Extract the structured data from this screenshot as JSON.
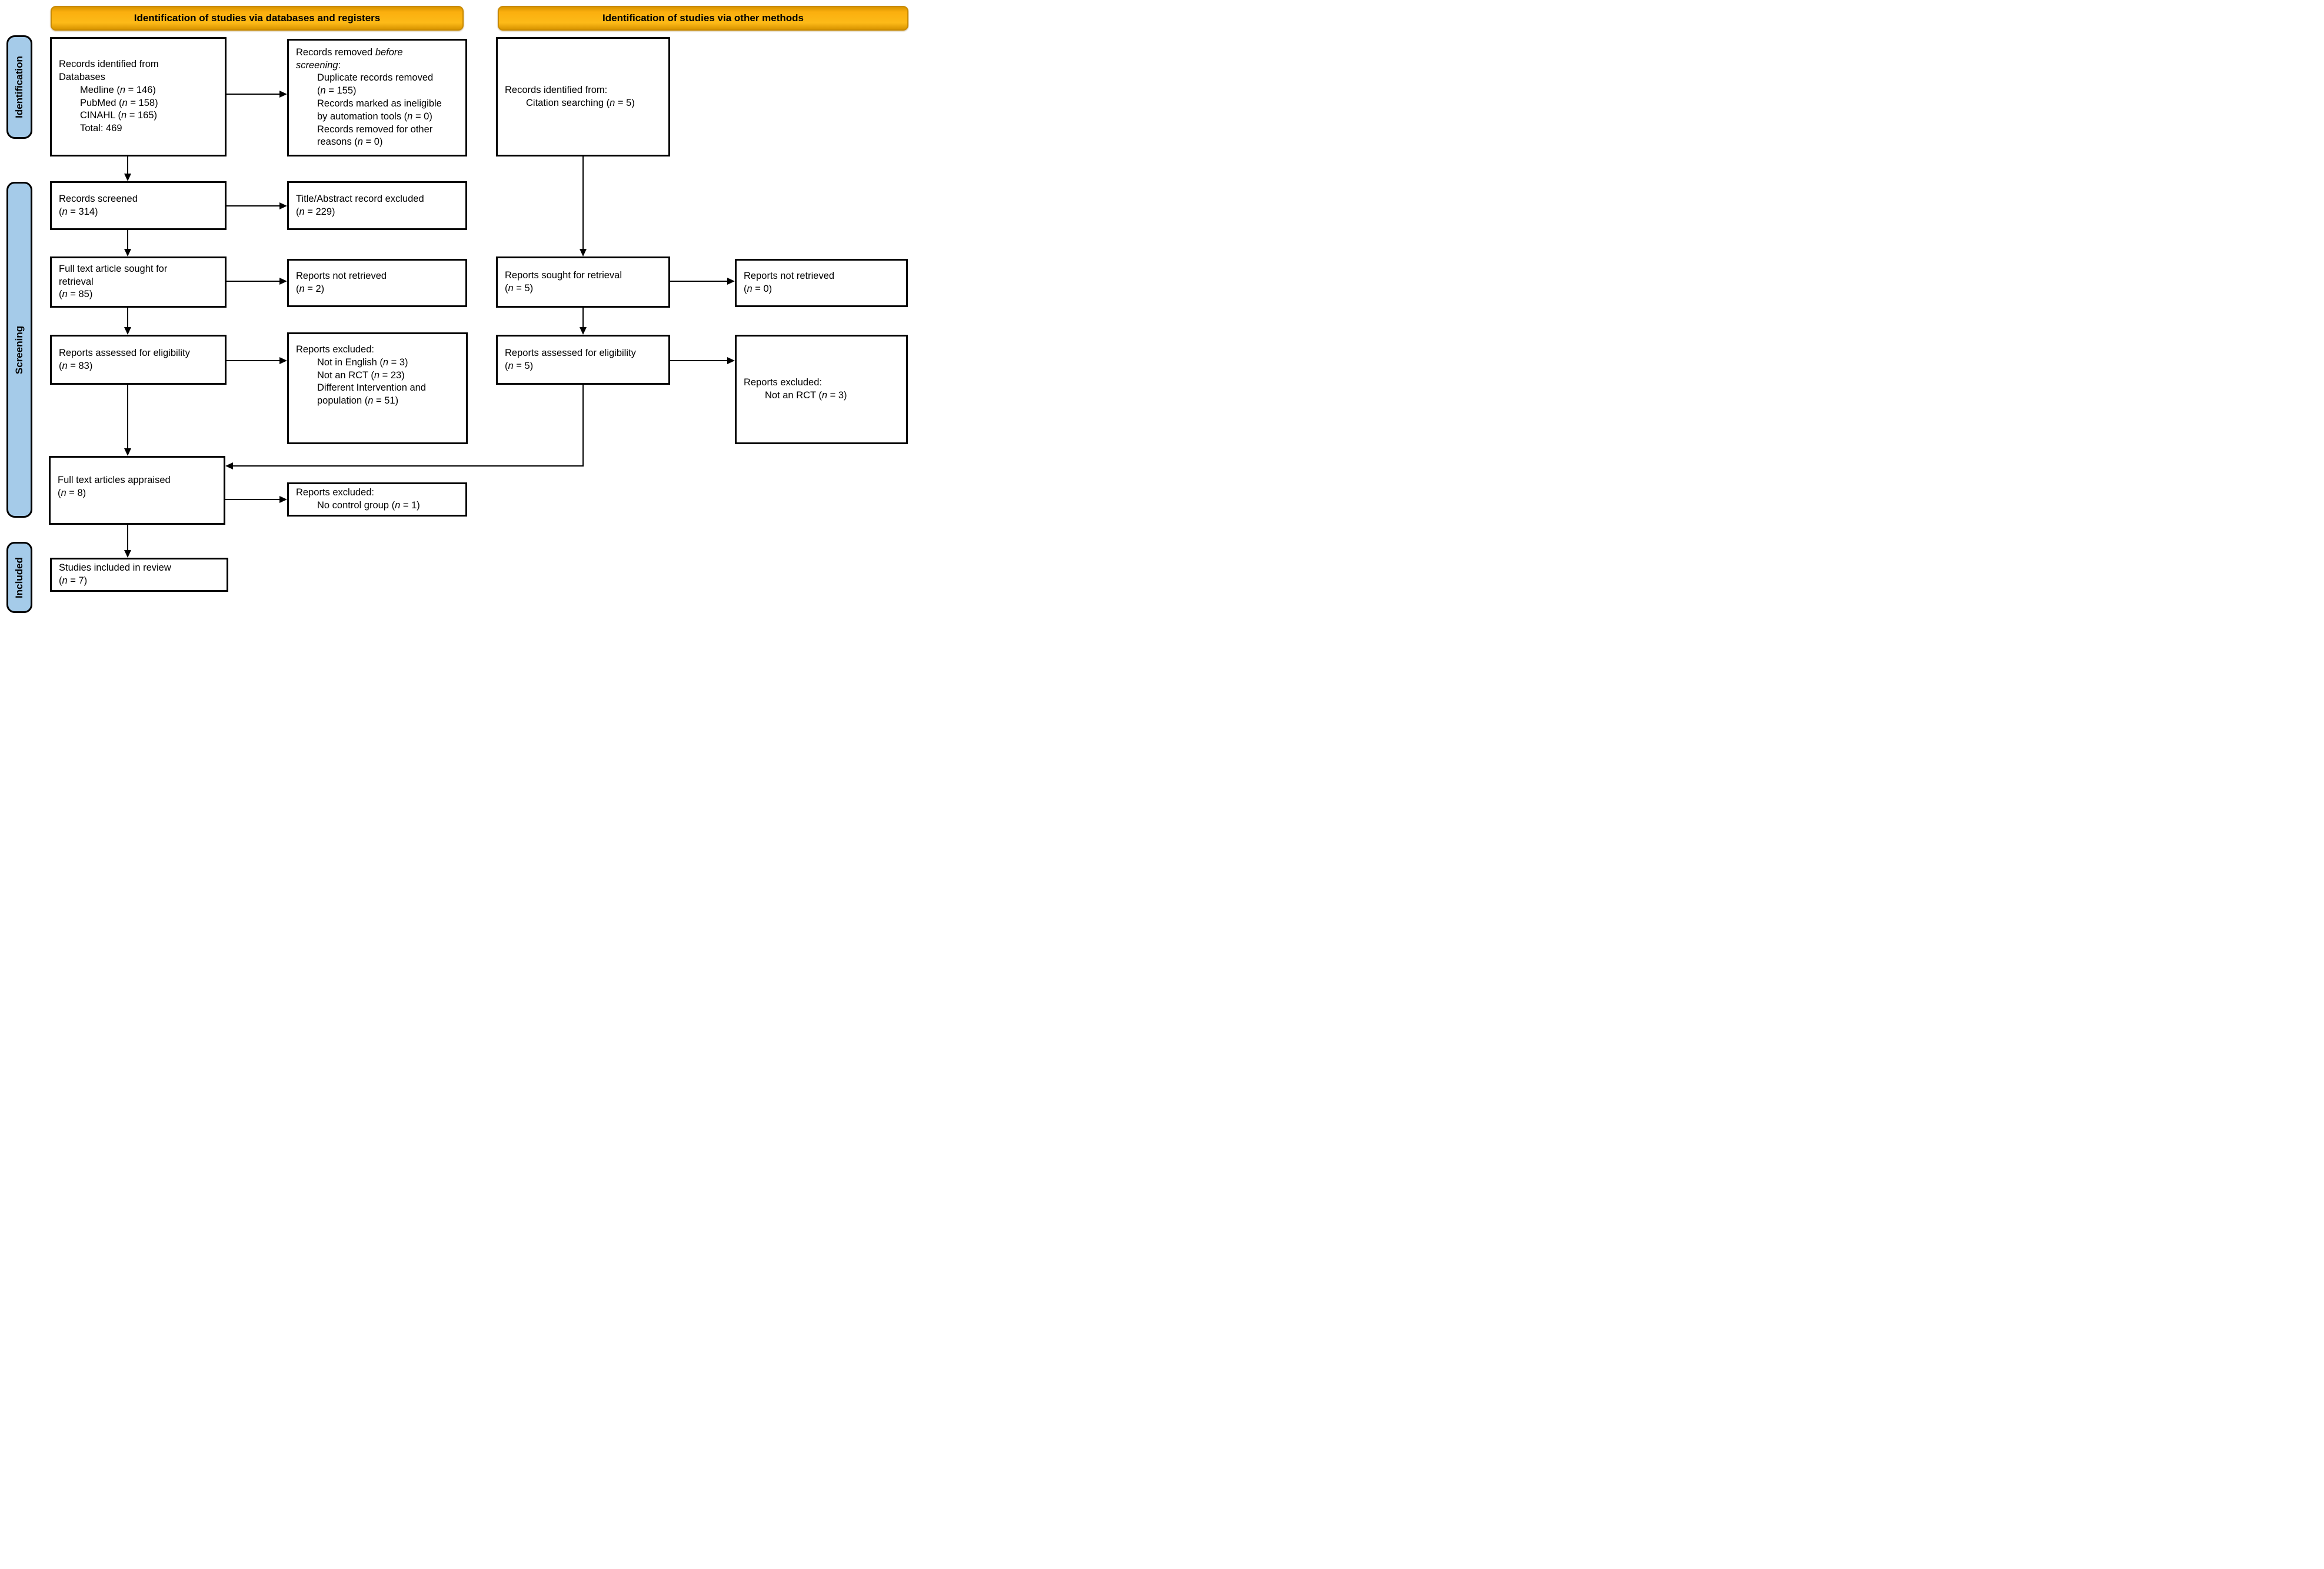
{
  "banners": [
    {
      "label": "Identification of studies via databases and registers"
    },
    {
      "label": "Identification of studies via other methods"
    }
  ],
  "side_labels": [
    {
      "label": "Identification"
    },
    {
      "label": "Screening"
    },
    {
      "label": "Included"
    }
  ],
  "colors": {
    "banner_fill": "#FBAF0E",
    "banner_border": "#C98A00",
    "stage_label_fill": "#A5CBE9",
    "box_border": "#000000",
    "arrow": "#000000"
  },
  "boxes": {
    "records_identified": {
      "lines": [
        {
          "indent": 0,
          "parts": [
            {
              "text": "Records identified from"
            }
          ]
        },
        {
          "indent": 0,
          "parts": [
            {
              "text": "Databases"
            }
          ]
        },
        {
          "indent": 1,
          "parts": [
            {
              "text": "Medline ("
            },
            {
              "text": "n",
              "italic": true
            },
            {
              "text": " = 146)"
            }
          ]
        },
        {
          "indent": 1,
          "parts": [
            {
              "text": "PubMed ("
            },
            {
              "text": "n",
              "italic": true
            },
            {
              "text": " = 158)"
            }
          ]
        },
        {
          "indent": 1,
          "parts": [
            {
              "text": "CINAHL ("
            },
            {
              "text": "n",
              "italic": true
            },
            {
              "text": " = 165)"
            }
          ]
        },
        {
          "indent": 1,
          "parts": [
            {
              "text": "Total: 469"
            }
          ]
        }
      ]
    },
    "records_removed": {
      "lines": [
        {
          "indent": 0,
          "parts": [
            {
              "text": "Records removed "
            },
            {
              "text": "before",
              "italic": true
            }
          ]
        },
        {
          "indent": 0,
          "parts": [
            {
              "text": "screening",
              "italic": true
            },
            {
              "text": ":"
            }
          ]
        },
        {
          "indent": 1,
          "parts": [
            {
              "text": "Duplicate records removed"
            }
          ]
        },
        {
          "indent": 1,
          "parts": [
            {
              "text": "("
            },
            {
              "text": "n",
              "italic": true
            },
            {
              "text": " = 155)"
            }
          ]
        },
        {
          "indent": 1,
          "parts": [
            {
              "text": "Records marked as ineligible"
            }
          ]
        },
        {
          "indent": 1,
          "parts": [
            {
              "text": "by automation tools ("
            },
            {
              "text": "n",
              "italic": true
            },
            {
              "text": " = 0)"
            }
          ]
        },
        {
          "indent": 1,
          "parts": [
            {
              "text": "Records removed for other"
            }
          ]
        },
        {
          "indent": 1,
          "parts": [
            {
              "text": "reasons ("
            },
            {
              "text": "n",
              "italic": true
            },
            {
              "text": " = 0)"
            }
          ]
        }
      ]
    },
    "records_screened": {
      "lines": [
        {
          "indent": 0,
          "parts": [
            {
              "text": "Records screened"
            }
          ]
        },
        {
          "indent": 0,
          "parts": [
            {
              "text": "("
            },
            {
              "text": "n",
              "italic": true
            },
            {
              "text": " = 314)"
            }
          ]
        }
      ]
    },
    "title_abstract_excluded": {
      "lines": [
        {
          "indent": 0,
          "parts": [
            {
              "text": "Title/Abstract record excluded"
            }
          ]
        },
        {
          "indent": 0,
          "parts": [
            {
              "text": "("
            },
            {
              "text": "n",
              "italic": true
            },
            {
              "text": " = 229)"
            }
          ]
        }
      ]
    },
    "fulltext_sought": {
      "lines": [
        {
          "indent": 0,
          "parts": [
            {
              "text": "Full text article sought for"
            }
          ]
        },
        {
          "indent": 0,
          "parts": [
            {
              "text": "retrieval"
            }
          ]
        },
        {
          "indent": 0,
          "parts": [
            {
              "text": "("
            },
            {
              "text": "n",
              "italic": true
            },
            {
              "text": " = 85)"
            }
          ]
        }
      ]
    },
    "reports_not_retrieved_db": {
      "lines": [
        {
          "indent": 0,
          "parts": [
            {
              "text": "Reports not retrieved"
            }
          ]
        },
        {
          "indent": 0,
          "parts": [
            {
              "text": "("
            },
            {
              "text": "n",
              "italic": true
            },
            {
              "text": " = 2)"
            }
          ]
        }
      ]
    },
    "reports_assessed_db": {
      "lines": [
        {
          "indent": 0,
          "parts": [
            {
              "text": "Reports assessed for eligibility"
            }
          ]
        },
        {
          "indent": 0,
          "parts": [
            {
              "text": "("
            },
            {
              "text": "n",
              "italic": true
            },
            {
              "text": " = 83)"
            }
          ]
        }
      ]
    },
    "reports_excluded_db": {
      "lines": [
        {
          "indent": 0,
          "parts": [
            {
              "text": "Reports excluded:"
            }
          ]
        },
        {
          "indent": 1,
          "parts": [
            {
              "text": "Not in English ("
            },
            {
              "text": "n",
              "italic": true
            },
            {
              "text": " = 3)"
            }
          ]
        },
        {
          "indent": 1,
          "parts": [
            {
              "text": "Not an RCT ("
            },
            {
              "text": "n",
              "italic": true
            },
            {
              "text": " = 23)"
            }
          ]
        },
        {
          "indent": 1,
          "parts": [
            {
              "text": "Different Intervention and"
            }
          ]
        },
        {
          "indent": 1,
          "parts": [
            {
              "text": "population ("
            },
            {
              "text": "n",
              "italic": true
            },
            {
              "text": " = 51)"
            }
          ]
        }
      ]
    },
    "fulltext_appraised": {
      "lines": [
        {
          "indent": 0,
          "parts": [
            {
              "text": "Full text articles appraised"
            }
          ]
        },
        {
          "indent": 0,
          "parts": [
            {
              "text": "("
            },
            {
              "text": "n",
              "italic": true
            },
            {
              "text": " = 8)"
            }
          ]
        }
      ]
    },
    "reports_excluded_appraisal": {
      "lines": [
        {
          "indent": 0,
          "parts": [
            {
              "text": "Reports excluded:"
            }
          ]
        },
        {
          "indent": 1,
          "parts": [
            {
              "text": "No control group ("
            },
            {
              "text": "n",
              "italic": true
            },
            {
              "text": " = 1)"
            }
          ]
        }
      ]
    },
    "studies_included": {
      "lines": [
        {
          "indent": 0,
          "parts": [
            {
              "text": "Studies included in review"
            }
          ]
        },
        {
          "indent": 0,
          "parts": [
            {
              "text": "("
            },
            {
              "text": "n",
              "italic": true
            },
            {
              "text": " = 7)"
            }
          ]
        }
      ]
    },
    "citation_identified": {
      "lines": [
        {
          "indent": 0,
          "parts": [
            {
              "text": "Records identified from:"
            }
          ]
        },
        {
          "indent": 1,
          "parts": [
            {
              "text": "Citation searching ("
            },
            {
              "text": "n",
              "italic": true
            },
            {
              "text": " = 5)"
            }
          ]
        }
      ]
    },
    "reports_sought_other": {
      "lines": [
        {
          "indent": 0,
          "parts": [
            {
              "text": "Reports sought for retrieval"
            }
          ]
        },
        {
          "indent": 0,
          "parts": [
            {
              "text": "("
            },
            {
              "text": "n",
              "italic": true
            },
            {
              "text": " = 5)"
            }
          ]
        }
      ]
    },
    "reports_not_retrieved_other": {
      "lines": [
        {
          "indent": 0,
          "parts": [
            {
              "text": "Reports not retrieved"
            }
          ]
        },
        {
          "indent": 0,
          "parts": [
            {
              "text": "("
            },
            {
              "text": "n",
              "italic": true
            },
            {
              "text": " = 0)"
            }
          ]
        }
      ]
    },
    "reports_assessed_other": {
      "lines": [
        {
          "indent": 0,
          "parts": [
            {
              "text": "Reports assessed for eligibility"
            }
          ]
        },
        {
          "indent": 0,
          "parts": [
            {
              "text": "("
            },
            {
              "text": "n",
              "italic": true
            },
            {
              "text": " = 5)"
            }
          ]
        }
      ]
    },
    "reports_excluded_other": {
      "lines": [
        {
          "indent": 0,
          "parts": [
            {
              "text": "Reports excluded:"
            }
          ]
        },
        {
          "indent": 1,
          "parts": [
            {
              "text": "Not an RCT ("
            },
            {
              "text": "n",
              "italic": true
            },
            {
              "text": " = 3)"
            }
          ]
        }
      ]
    }
  }
}
